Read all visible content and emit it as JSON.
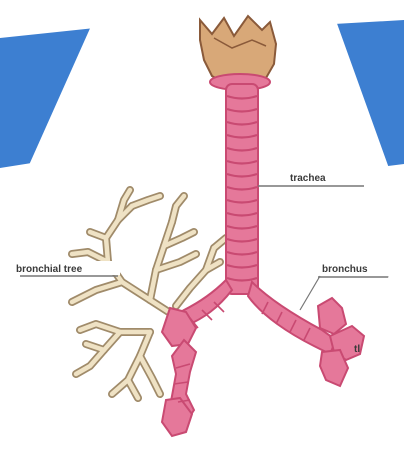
{
  "figure": {
    "colors": {
      "background": "#ffffff",
      "banner_blue": "#3d7fd1",
      "hex_outline": "#ffffff",
      "airway_pink": "#e5789a",
      "airway_ring": "#c94a72",
      "larynx_tan": "#d8a878",
      "larynx_outline": "#8a5a3a",
      "bronchiole_beige": "#efe2c4",
      "bronchiole_outline": "#a08b6a",
      "label_text": "#3a3a3a",
      "leader_line": "#777777"
    },
    "labels": {
      "trachea": "trachea",
      "bronchus": "bronchus",
      "bronchial_tree": "bronchial tree",
      "right_partial": "tl"
    },
    "icons": {
      "larynx": "larynx-cartilage-icon",
      "trachea": "trachea-rings-icon",
      "bronchi": "bronchi-branch-icon",
      "bronchioles": "bronchiole-tree-icon"
    }
  }
}
